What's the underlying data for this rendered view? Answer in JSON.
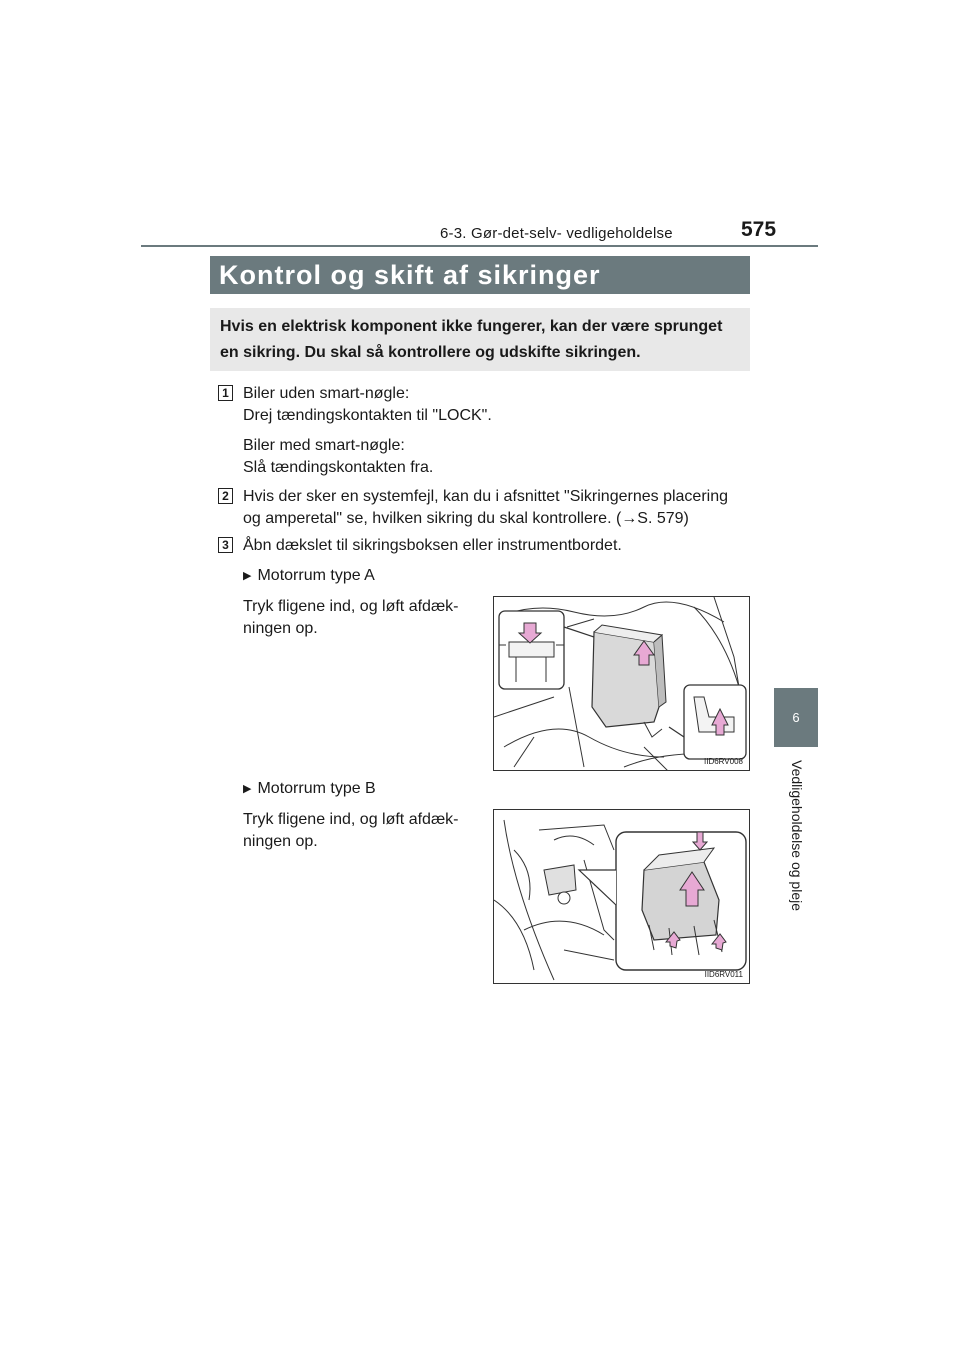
{
  "header": {
    "section": "6-3. Gør-det-selv- vedligeholdelse",
    "page_number": "575"
  },
  "chapter_tab": {
    "number": "6",
    "label": "Vedligeholdelse og pleje"
  },
  "title": "Kontrol og skift af sikringer",
  "intro": "Hvis en elektrisk komponent ikke fungerer, kan der være sprunget en sikring. Du skal så kontrollere og udskifte sikringen.",
  "steps": [
    {
      "number": "1",
      "lines": [
        "Biler uden smart-nøgle:",
        "Drej tændingskontakten til \"LOCK\".",
        "Biler med smart-nøgle:",
        "Slå tændingskontakten fra."
      ]
    },
    {
      "number": "2",
      "lines": [
        "Hvis der sker en systemfejl, kan du i afsnittet \"Sikringernes placering",
        "og amperetal\" se, hvilken sikring du skal kontrollere. (→S. 579)"
      ]
    },
    {
      "number": "3",
      "lines": [
        "Åbn dækslet til sikringsboksen eller instrumentbordet."
      ]
    }
  ],
  "subsections": [
    {
      "label": "Motorrum type A",
      "text_lines": [
        "Tryk fligene ind, og løft afdæk-",
        "ningen op."
      ],
      "figure_code": "IID6RV008"
    },
    {
      "label": "Motorrum type B",
      "text_lines": [
        "Tryk fligene ind, og løft afdæk-",
        "ningen op."
      ],
      "figure_code": "IID6RV011"
    }
  ],
  "colors": {
    "header_gray": "#6b7a7e",
    "intro_bg": "#e8e8e8",
    "arrow_pink": "#e7a9d4"
  }
}
